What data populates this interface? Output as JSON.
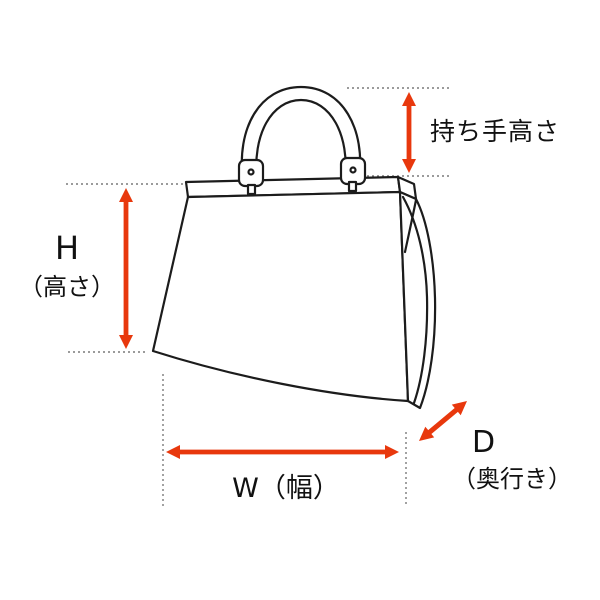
{
  "diagram": {
    "title": "bag-dimension-diagram",
    "labels": {
      "handle_height": "持ち手高さ",
      "height_letter": "H",
      "height_sub": "（高さ）",
      "width": "W（幅）",
      "depth_letter": "D",
      "depth_sub": "（奥行き）"
    },
    "colors": {
      "arrow": "#e8380d",
      "line": "#1c1c1c",
      "guide": "#7a7a7a",
      "background": "#ffffff"
    }
  }
}
